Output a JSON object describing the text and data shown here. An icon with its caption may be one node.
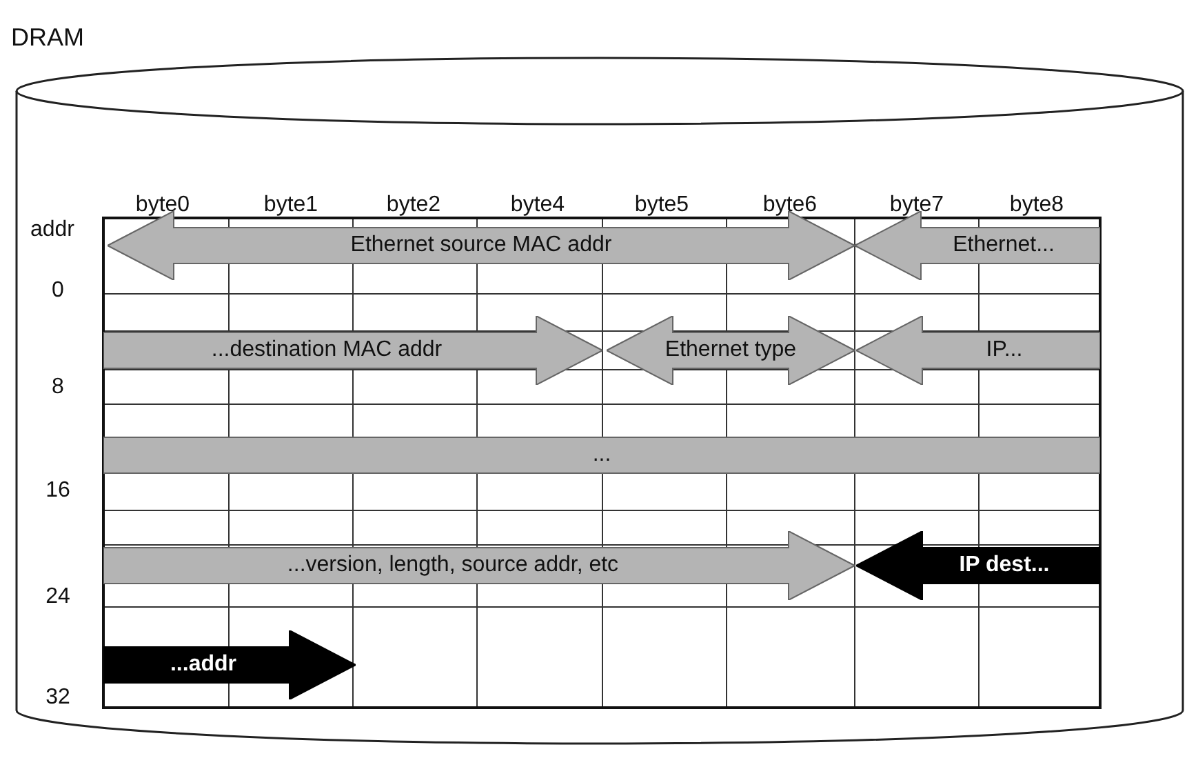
{
  "diagram": {
    "nodes": [
      {
        "text": [
          "DRAM"
        ]
      },
      {
        "text": [
          "Ethernet source MAC addr"
        ],
        "in": 0
      },
      {
        "text": [
          "Ethernet..."
        ],
        "in": 0
      },
      {
        "text": [
          "...destination MAC addr"
        ],
        "in": 0
      },
      {
        "text": [
          "Ethernet type"
        ],
        "in": 0
      },
      {
        "text": [
          "IP..."
        ],
        "in": 0
      },
      {
        "text": [
          "..."
        ],
        "in": 0
      },
      {
        "text": [
          "...version, length, source addr, etc"
        ],
        "in": 0
      },
      {
        "text": [
          "IP dest..."
        ],
        "in": 0
      },
      {
        "text": [
          "...addr"
        ],
        "in": 0
      }
    ],
    "labels": [
      "byte0",
      "byte1",
      "byte2",
      "byte4",
      "byte5",
      "byte6",
      "byte7",
      "byte8",
      "addr",
      "0",
      "8",
      "16",
      "24",
      "32"
    ]
  }
}
